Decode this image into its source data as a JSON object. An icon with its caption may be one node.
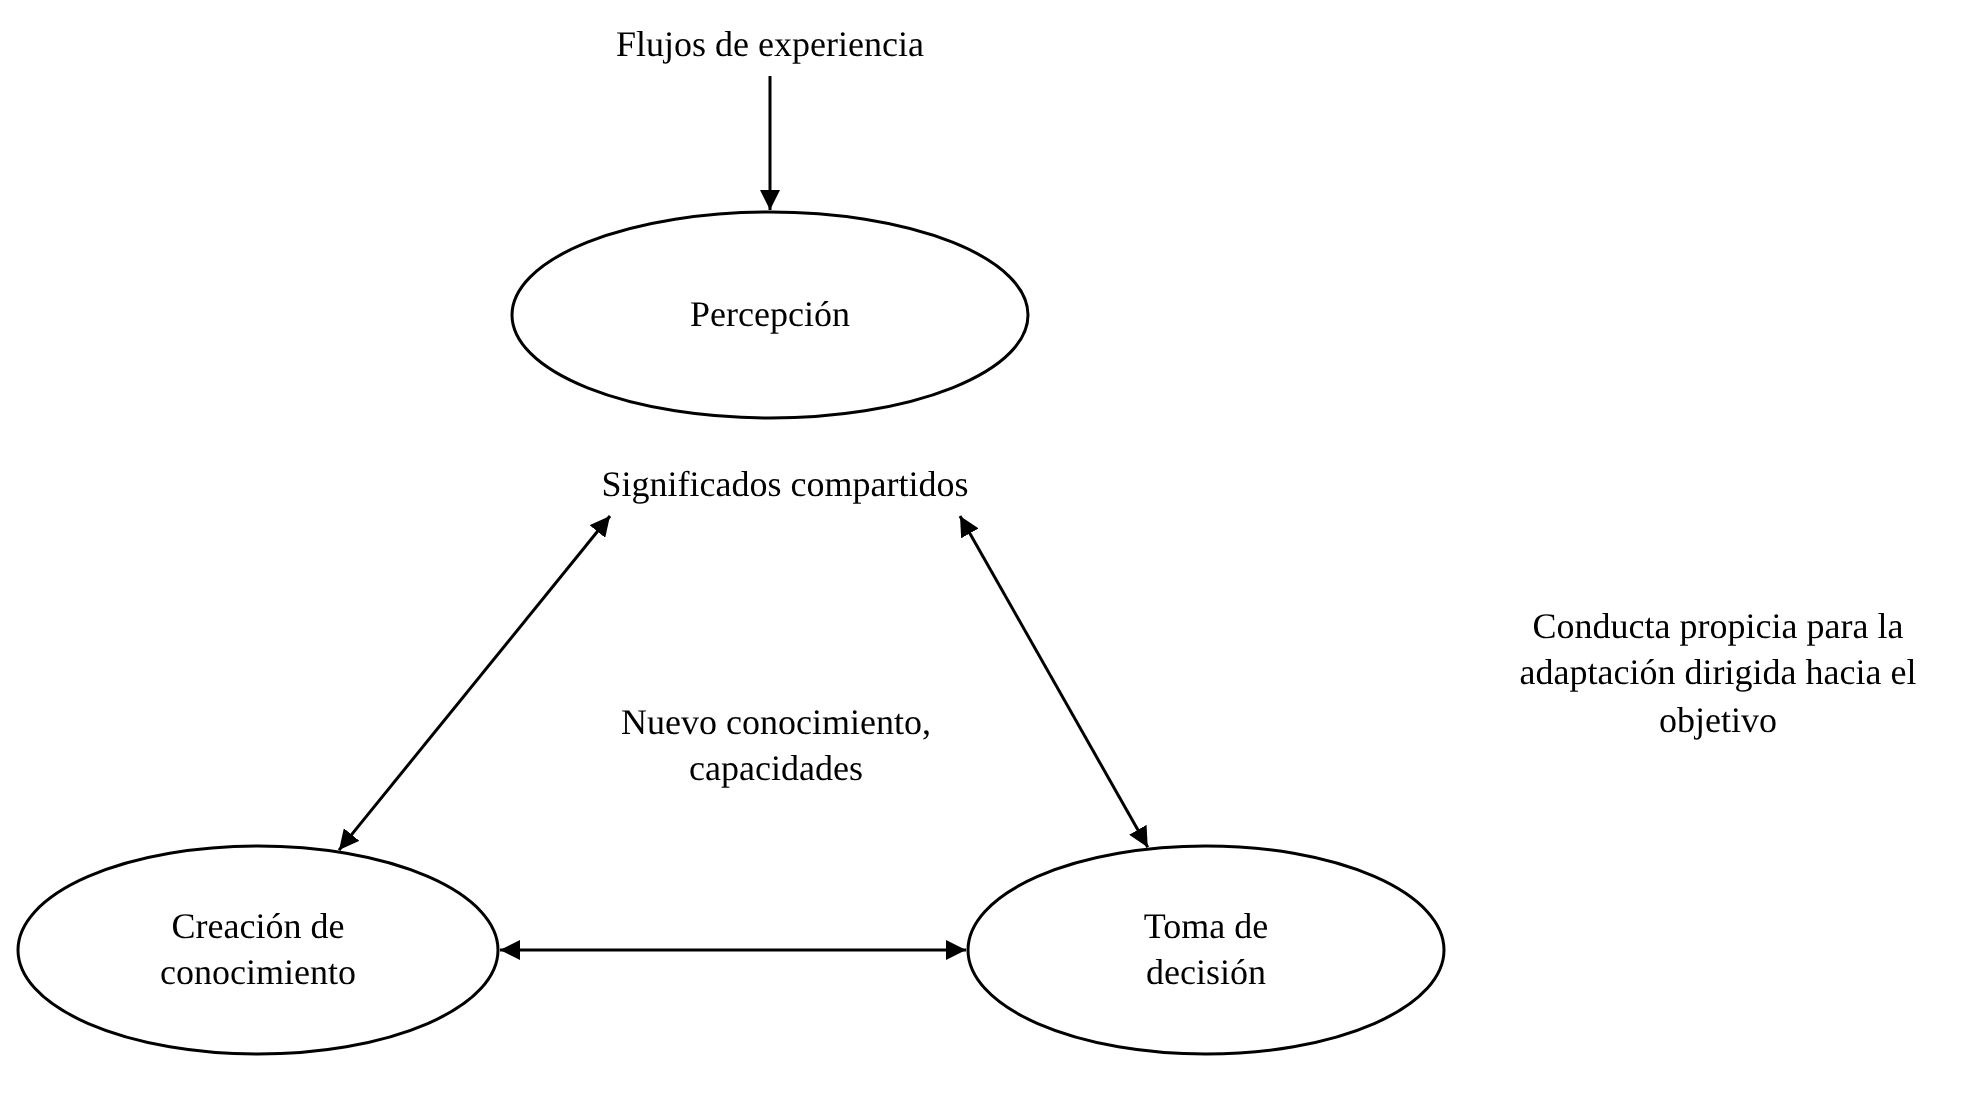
{
  "diagram": {
    "nodes": [
      {
        "text": [
          "Flujos de experiencia"
        ]
      },
      {
        "text": [
          "Percepción"
        ]
      },
      {
        "text": [
          "Significados compartidos"
        ]
      },
      {
        "text": [
          "Creación de conocimiento"
        ]
      },
      {
        "text": [
          "Toma de decisión"
        ]
      }
    ],
    "edges": [
      {
        "from": 0,
        "to": 1,
        "arrow": "to"
      },
      {
        "from": 2,
        "to": 3,
        "arrow": "both"
      },
      {
        "from": 2,
        "to": 4,
        "arrow": "both"
      },
      {
        "from": 3,
        "to": 4,
        "arrow": "both"
      }
    ],
    "labels": [
      "Conducta propicia para la adaptación dirigida hacia el objetivo",
      "Nuevo conocimiento, capacidades"
    ]
  }
}
